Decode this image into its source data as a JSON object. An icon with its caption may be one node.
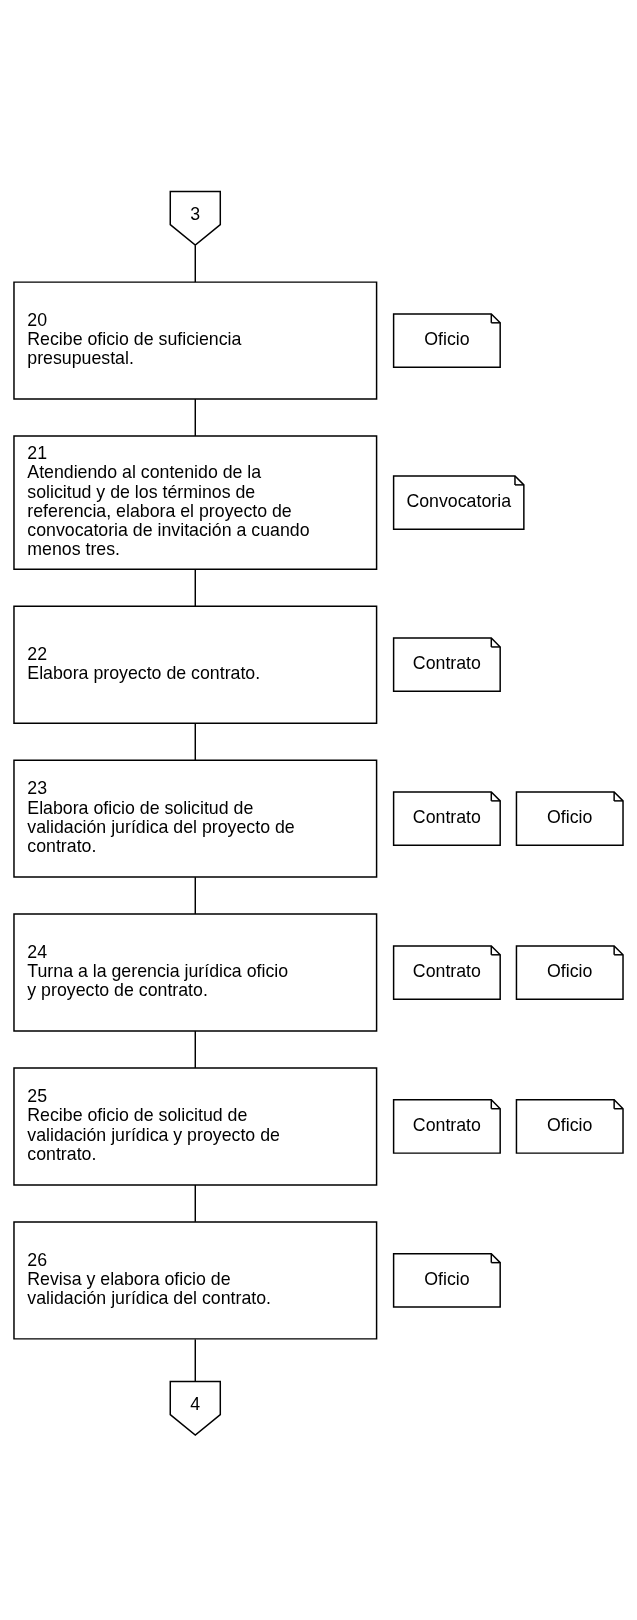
{
  "diagram": {
    "nodes": [
      {
        "text": [
          "3"
        ]
      },
      {
        "text": [
          "20",
          "Recibe oficio de suficiencia presupuestal."
        ]
      },
      {
        "text": [
          "Oficio"
        ]
      },
      {
        "text": [
          "21",
          "Atendiendo al contenido de la solicitud y de los términos de referencia, elabora el proyecto de convocatoria de invitación a cuando menos tres."
        ]
      },
      {
        "text": [
          "Convocatoria"
        ]
      },
      {
        "text": [
          "22",
          "Elabora proyecto de contrato."
        ]
      },
      {
        "text": [
          "Contrato"
        ]
      },
      {
        "text": [
          "23",
          "Elabora oficio de solicitud de validación jurídica del proyecto de contrato."
        ]
      },
      {
        "text": [
          "Contrato"
        ]
      },
      {
        "text": [
          "Oficio"
        ]
      },
      {
        "text": [
          "24",
          "Turna a la gerencia jurídica oficio y proyecto de contrato."
        ]
      },
      {
        "text": [
          "Contrato"
        ]
      },
      {
        "text": [
          "Oficio"
        ]
      },
      {
        "text": [
          "25",
          "Recibe oficio de solicitud de validación jurídica y proyecto de contrato."
        ]
      },
      {
        "text": [
          "Contrato"
        ]
      },
      {
        "text": [
          "Oficio"
        ]
      },
      {
        "text": [
          "26",
          "Revisa y elabora oficio de validación jurídica del contrato."
        ]
      },
      {
        "text": [
          "Oficio"
        ]
      },
      {
        "text": [
          "4"
        ]
      }
    ],
    "edges": [
      {
        "from": 0,
        "to": 1,
        "arrow": "none"
      },
      {
        "from": 1,
        "to": 3,
        "arrow": "none"
      },
      {
        "from": 3,
        "to": 5,
        "arrow": "none"
      },
      {
        "from": 5,
        "to": 7,
        "arrow": "none"
      },
      {
        "from": 7,
        "to": 10,
        "arrow": "none"
      },
      {
        "from": 10,
        "to": 13,
        "arrow": "none"
      },
      {
        "from": 13,
        "to": 16,
        "arrow": "none"
      },
      {
        "from": 16,
        "to": 18,
        "arrow": "none"
      }
    ]
  }
}
